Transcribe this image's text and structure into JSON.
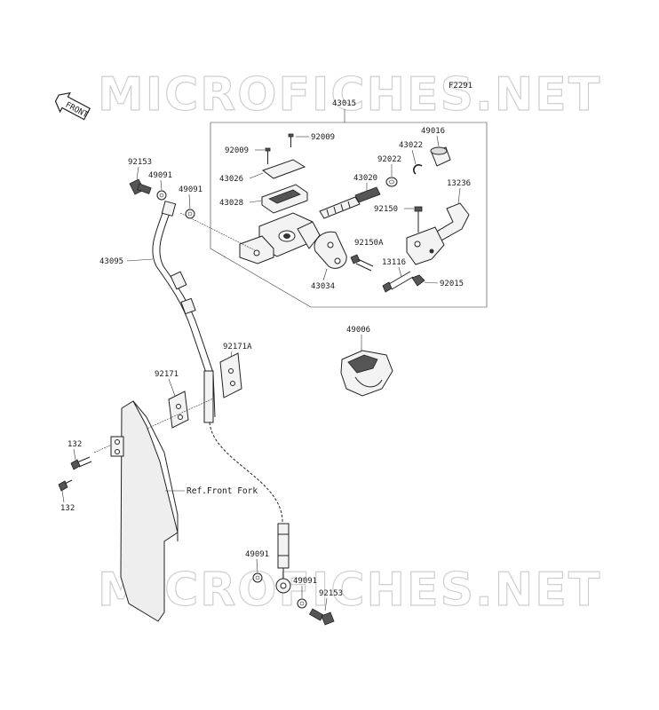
{
  "diagram_code": "F2291",
  "watermark": "MICROFICHES.NET",
  "front_tag": "FRONT",
  "reference_label": "Ref.Front Fork",
  "parts": {
    "p43015": "43015",
    "p92009a": "92009",
    "p92009b": "92009",
    "p49016": "49016",
    "p43022": "43022",
    "p92022": "92022",
    "p43026": "43026",
    "p43020": "43020",
    "p13236": "13236",
    "p43028": "43028",
    "p92150": "92150",
    "p92150A": "92150A",
    "p13116": "13116",
    "p92015": "92015",
    "p43034": "43034",
    "p92153a": "92153",
    "p49091a": "49091",
    "p49091b": "49091",
    "p43095": "43095",
    "p49006": "49006",
    "p92171A": "92171A",
    "p92171": "92171",
    "p132a": "132",
    "p132b": "132",
    "p49091c": "49091",
    "p49091d": "49091",
    "p92153b": "92153"
  }
}
